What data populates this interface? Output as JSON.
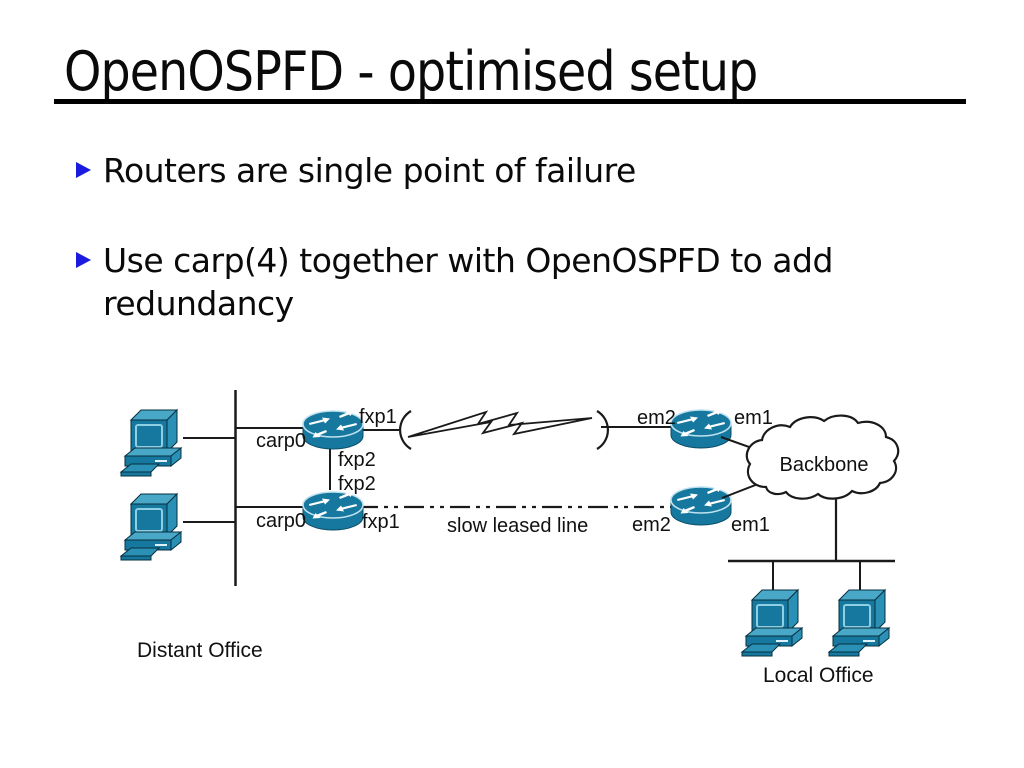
{
  "slide": {
    "title": "OpenOSPFD - optimised setup",
    "bullets": [
      {
        "label": "Routers are single point of failure"
      },
      {
        "label": "Use carp(4) together with OpenOSPFD to add redundancy"
      }
    ],
    "bullet_color": "#1a1ae0"
  },
  "diagram": {
    "site_left": "Distant Office",
    "site_right": "Local Office",
    "cloud": "Backbone",
    "slow_link": "slow leased line",
    "router_top_left": {
      "lan": "carp0",
      "wan": "fxp1",
      "cross": "fxp2"
    },
    "router_bottom_left": {
      "lan": "carp0",
      "wan": "fxp1",
      "cross": "fxp2"
    },
    "router_top_right": {
      "wan": "em2",
      "lan": "em1"
    },
    "router_bottom_right": {
      "wan": "em2",
      "lan": "em1"
    },
    "colors": {
      "device_fill": "#16789f",
      "device_mid": "#2b90b5",
      "device_light": "#49a8c8",
      "line": "#1a1a1a"
    }
  }
}
